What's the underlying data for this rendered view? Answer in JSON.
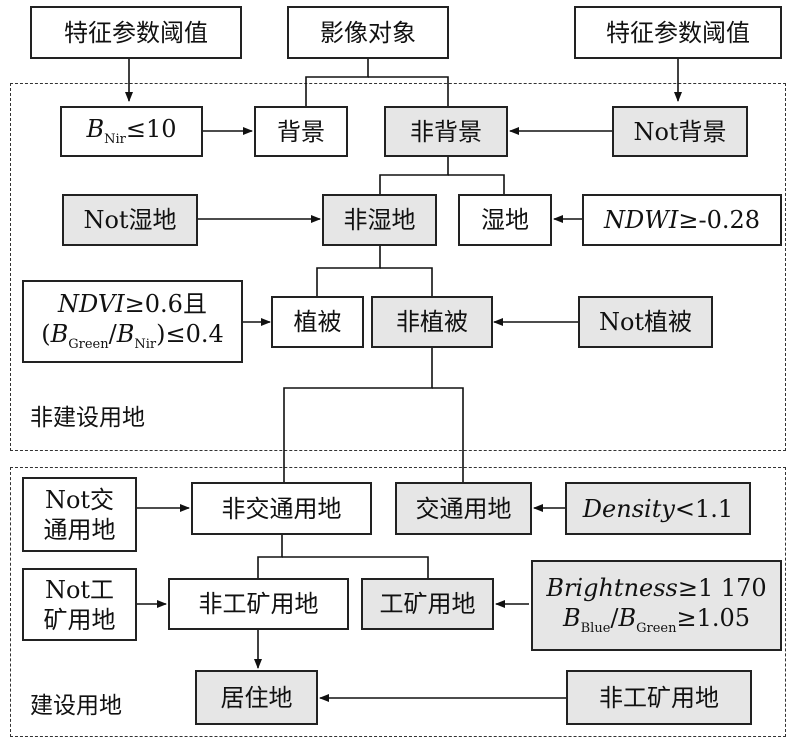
{
  "regions": {
    "non_construction": "非建设用地",
    "construction": "建设用地"
  },
  "nodes": {
    "threshold_left": "特征参数阈值",
    "image_object": "影像对象",
    "threshold_right": "特征参数阈值",
    "bnir_var": "B",
    "bnir_sub": "Nir",
    "bnir_rest": "≤10",
    "background": "背景",
    "non_background": "非背景",
    "not_background": "Not背景",
    "not_wetland": "Not湿地",
    "non_wetland": "非湿地",
    "wetland": "湿地",
    "ndwi_var": "NDWI",
    "ndwi_rest": "≥-0.28",
    "ndvi_var": "NDVI",
    "ndvi_rest": "≥0.6且",
    "ratio_open": "(",
    "ratio_b1": "B",
    "ratio_sub1": "Green",
    "ratio_slash": "/",
    "ratio_b2": "B",
    "ratio_sub2": "Nir",
    "ratio_rest": ")≤0.4",
    "vegetation": "植被",
    "non_vegetation": "非植被",
    "not_vegetation": "Not植被",
    "not_transport_1": "Not交",
    "not_transport_2": "通用地",
    "non_transport": "非交通用地",
    "transport": "交通用地",
    "density_var": "Density",
    "density_rest": "<1.1",
    "not_industrial_1": "Not工",
    "not_industrial_2": "矿用地",
    "non_industrial": "非工矿用地",
    "industrial": "工矿用地",
    "brightness_var": "Brightness",
    "brightness_rest": "≥1 170",
    "blue_b1": "B",
    "blue_sub1": "Blue",
    "blue_slash": "/",
    "blue_b2": "B",
    "blue_sub2": "Green",
    "blue_rest": "≥1.05",
    "residential": "居住地",
    "non_industrial_right": "非工矿用地"
  },
  "colors": {
    "gray_fill": "#e6e6e6",
    "white_fill": "#ffffff",
    "stroke": "#222222"
  }
}
